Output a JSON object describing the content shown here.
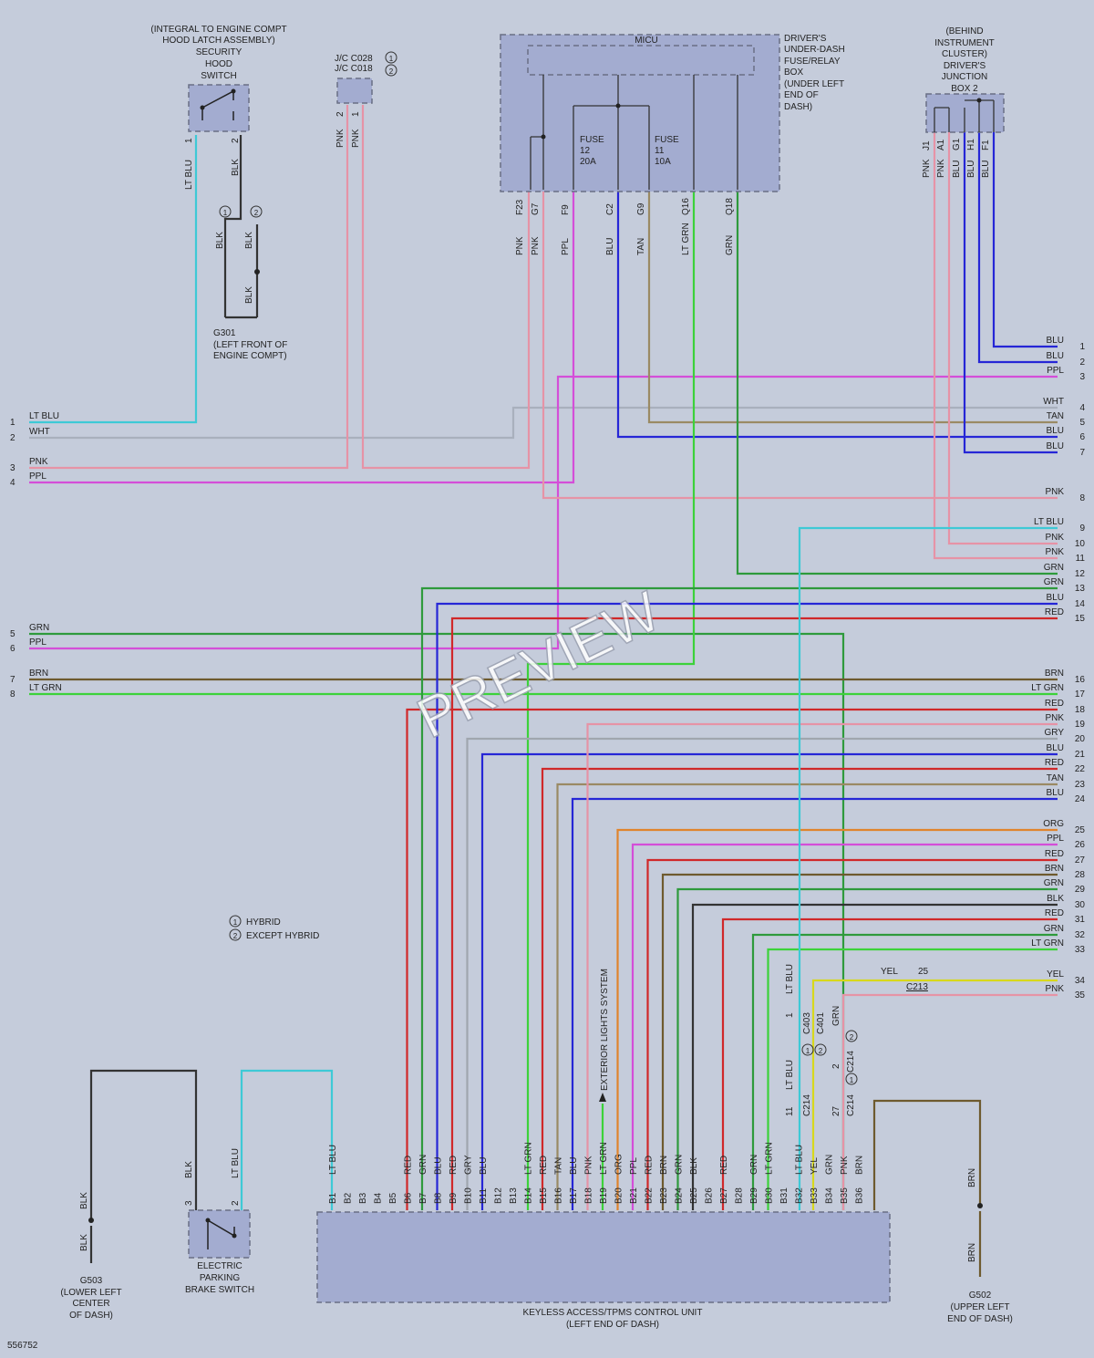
{
  "colors": {
    "LT BLU": "#3ec9d6",
    "WHT": "#a9b0bd",
    "PNK": "#e693a6",
    "PPL": "#d44ed8",
    "GRN": "#2e9a3c",
    "BRN": "#6e5a2e",
    "LT GRN": "#3cd23a",
    "BLU": "#2626d6",
    "TAN": "#9a8a64",
    "RED": "#d0282a",
    "GRY": "#a0a6ae",
    "ORG": "#e0842c",
    "BLK": "#333333",
    "YEL": "#d8d81c"
  },
  "texts": {
    "hood_title": [
      "(INTEGRAL TO ENGINE COMPT",
      "HOOD LATCH ASSEMBLY)",
      "SECURITY",
      "HOOD",
      "SWITCH"
    ],
    "jc": [
      "J/C C028",
      "J/C C018"
    ],
    "micu": "MICU",
    "fuse_box": [
      "DRIVER'S",
      "UNDER-DASH",
      "FUSE/RELAY",
      "BOX",
      "(UNDER LEFT",
      "END OF",
      "DASH)"
    ],
    "fuse12": [
      "FUSE",
      "12",
      "20A"
    ],
    "fuse11": [
      "FUSE",
      "11",
      "10A"
    ],
    "junction": [
      "(BEHIND",
      "INSTRUMENT",
      "CLUSTER)",
      "DRIVER'S",
      "JUNCTION",
      "BOX 2"
    ],
    "g301": [
      "G301",
      "(LEFT FRONT OF",
      "ENGINE COMPT)"
    ],
    "legend1": "HYBRID",
    "legend2": "EXCEPT HYBRID",
    "exterior": "EXTERIOR LIGHTS SYSTEM",
    "unit": [
      "KEYLESS ACCESS/TPMS CONTROL UNIT",
      "(LEFT END OF DASH)"
    ],
    "epb": [
      "ELECTRIC",
      "PARKING",
      "BRAKE SWITCH"
    ],
    "g503": [
      "G503",
      "(LOWER LEFT",
      "CENTER",
      "OF DASH)"
    ],
    "g502": [
      "G502",
      "(UPPER LEFT",
      "END OF DASH)"
    ],
    "c403": "C403",
    "c401": "C401",
    "c214": "C214",
    "c213": "C213",
    "fig_id": "556752",
    "watermark": "PREVIEW"
  },
  "left_wires": [
    {
      "num": "1",
      "label": "LT BLU"
    },
    {
      "num": "2",
      "label": "WHT"
    },
    {
      "num": "3",
      "label": "PNK"
    },
    {
      "num": "4",
      "label": "PPL"
    },
    {
      "num": "5",
      "label": "GRN"
    },
    {
      "num": "6",
      "label": "PPL"
    },
    {
      "num": "7",
      "label": "BRN"
    },
    {
      "num": "8",
      "label": "LT GRN"
    }
  ],
  "right_wires": [
    {
      "num": "1",
      "label": "BLU"
    },
    {
      "num": "2",
      "label": "BLU"
    },
    {
      "num": "3",
      "label": "PPL"
    },
    {
      "num": "4",
      "label": "WHT"
    },
    {
      "num": "5",
      "label": "TAN"
    },
    {
      "num": "6",
      "label": "BLU"
    },
    {
      "num": "7",
      "label": "BLU"
    },
    {
      "num": "8",
      "label": "PNK"
    },
    {
      "num": "9",
      "label": "LT BLU"
    },
    {
      "num": "10",
      "label": "PNK"
    },
    {
      "num": "11",
      "label": "PNK"
    },
    {
      "num": "12",
      "label": "GRN"
    },
    {
      "num": "13",
      "label": "GRN"
    },
    {
      "num": "14",
      "label": "BLU"
    },
    {
      "num": "15",
      "label": "RED"
    },
    {
      "num": "16",
      "label": "BRN"
    },
    {
      "num": "17",
      "label": "LT GRN"
    },
    {
      "num": "18",
      "label": "RED"
    },
    {
      "num": "19",
      "label": "PNK"
    },
    {
      "num": "20",
      "label": "GRY"
    },
    {
      "num": "21",
      "label": "BLU"
    },
    {
      "num": "22",
      "label": "RED"
    },
    {
      "num": "23",
      "label": "TAN"
    },
    {
      "num": "24",
      "label": "BLU"
    },
    {
      "num": "25",
      "label": "ORG"
    },
    {
      "num": "26",
      "label": "PPL"
    },
    {
      "num": "27",
      "label": "RED"
    },
    {
      "num": "28",
      "label": "BRN"
    },
    {
      "num": "29",
      "label": "GRN"
    },
    {
      "num": "30",
      "label": "BLK"
    },
    {
      "num": "31",
      "label": "RED"
    },
    {
      "num": "32",
      "label": "GRN"
    },
    {
      "num": "33",
      "label": "LT GRN"
    },
    {
      "num": "34",
      "label": "YEL"
    },
    {
      "num": "35",
      "label": "PNK"
    }
  ],
  "micu_pins": [
    {
      "pin": "F23",
      "label": "PNK"
    },
    {
      "pin": "G7",
      "label": "PNK"
    },
    {
      "pin": "F9",
      "label": "PPL"
    },
    {
      "pin": "C2",
      "label": "BLU"
    },
    {
      "pin": "G9",
      "label": "TAN"
    },
    {
      "pin": "Q16",
      "label": "LT GRN"
    },
    {
      "pin": "Q18",
      "label": "GRN"
    }
  ],
  "junction_pins": [
    {
      "pin": "J1",
      "label": "PNK"
    },
    {
      "pin": "A1",
      "label": "PNK"
    },
    {
      "pin": "G1",
      "label": "BLU"
    },
    {
      "pin": "H1",
      "label": "BLU"
    },
    {
      "pin": "F1",
      "label": "BLU"
    }
  ],
  "unit_pins": [
    {
      "pin": "B1",
      "label": "LT BLU"
    },
    {
      "pin": "B2",
      "label": ""
    },
    {
      "pin": "B3",
      "label": ""
    },
    {
      "pin": "B4",
      "label": ""
    },
    {
      "pin": "B5",
      "label": ""
    },
    {
      "pin": "B6",
      "label": "RED"
    },
    {
      "pin": "B7",
      "label": "GRN"
    },
    {
      "pin": "B8",
      "label": "BLU"
    },
    {
      "pin": "B9",
      "label": "RED"
    },
    {
      "pin": "B10",
      "label": "GRY"
    },
    {
      "pin": "B11",
      "label": "BLU"
    },
    {
      "pin": "B12",
      "label": ""
    },
    {
      "pin": "B13",
      "label": ""
    },
    {
      "pin": "B14",
      "label": "LT GRN"
    },
    {
      "pin": "B15",
      "label": "RED"
    },
    {
      "pin": "B16",
      "label": "TAN"
    },
    {
      "pin": "B17",
      "label": "BLU"
    },
    {
      "pin": "B18",
      "label": "PNK"
    },
    {
      "pin": "B19",
      "label": "LT GRN"
    },
    {
      "pin": "B20",
      "label": "ORG"
    },
    {
      "pin": "B21",
      "label": "PPL"
    },
    {
      "pin": "B22",
      "label": "RED"
    },
    {
      "pin": "B23",
      "label": "BRN"
    },
    {
      "pin": "B24",
      "label": "GRN"
    },
    {
      "pin": "B25",
      "label": "BLK"
    },
    {
      "pin": "B26",
      "label": ""
    },
    {
      "pin": "B27",
      "label": "RED"
    },
    {
      "pin": "B28",
      "label": ""
    },
    {
      "pin": "B29",
      "label": "GRN"
    },
    {
      "pin": "B30",
      "label": "LT GRN"
    },
    {
      "pin": "B31",
      "label": ""
    },
    {
      "pin": "B32",
      "label": "LT BLU"
    },
    {
      "pin": "B33",
      "label": "YEL"
    },
    {
      "pin": "B34",
      "label": "GRN"
    },
    {
      "pin": "B35",
      "label": "PNK"
    },
    {
      "pin": "B36",
      "label": "BRN"
    }
  ],
  "misc_labels": {
    "hood_w1": "LT BLU",
    "hood_w2": "BLK",
    "hood_p1": "1",
    "hood_p2": "2",
    "jc_p2": "2",
    "jc_p1": "1",
    "jc_w": "PNK",
    "g301_blk": "BLK",
    "circ1": "1",
    "circ2": "2",
    "c403_p": "1",
    "c214_p27": "27",
    "c214_p2": "2",
    "c214_p11": "11",
    "c213_p25": "25",
    "epb_p3": "3",
    "epb_p2": "2",
    "epb_blk": "BLK",
    "epb_ltblu": "LT BLU",
    "g503_blk": "BLK",
    "g502_brn": "BRN",
    "ltblu": "LT BLU",
    "grn": "GRN",
    "pnk": "PNK",
    "yel": "YEL"
  }
}
